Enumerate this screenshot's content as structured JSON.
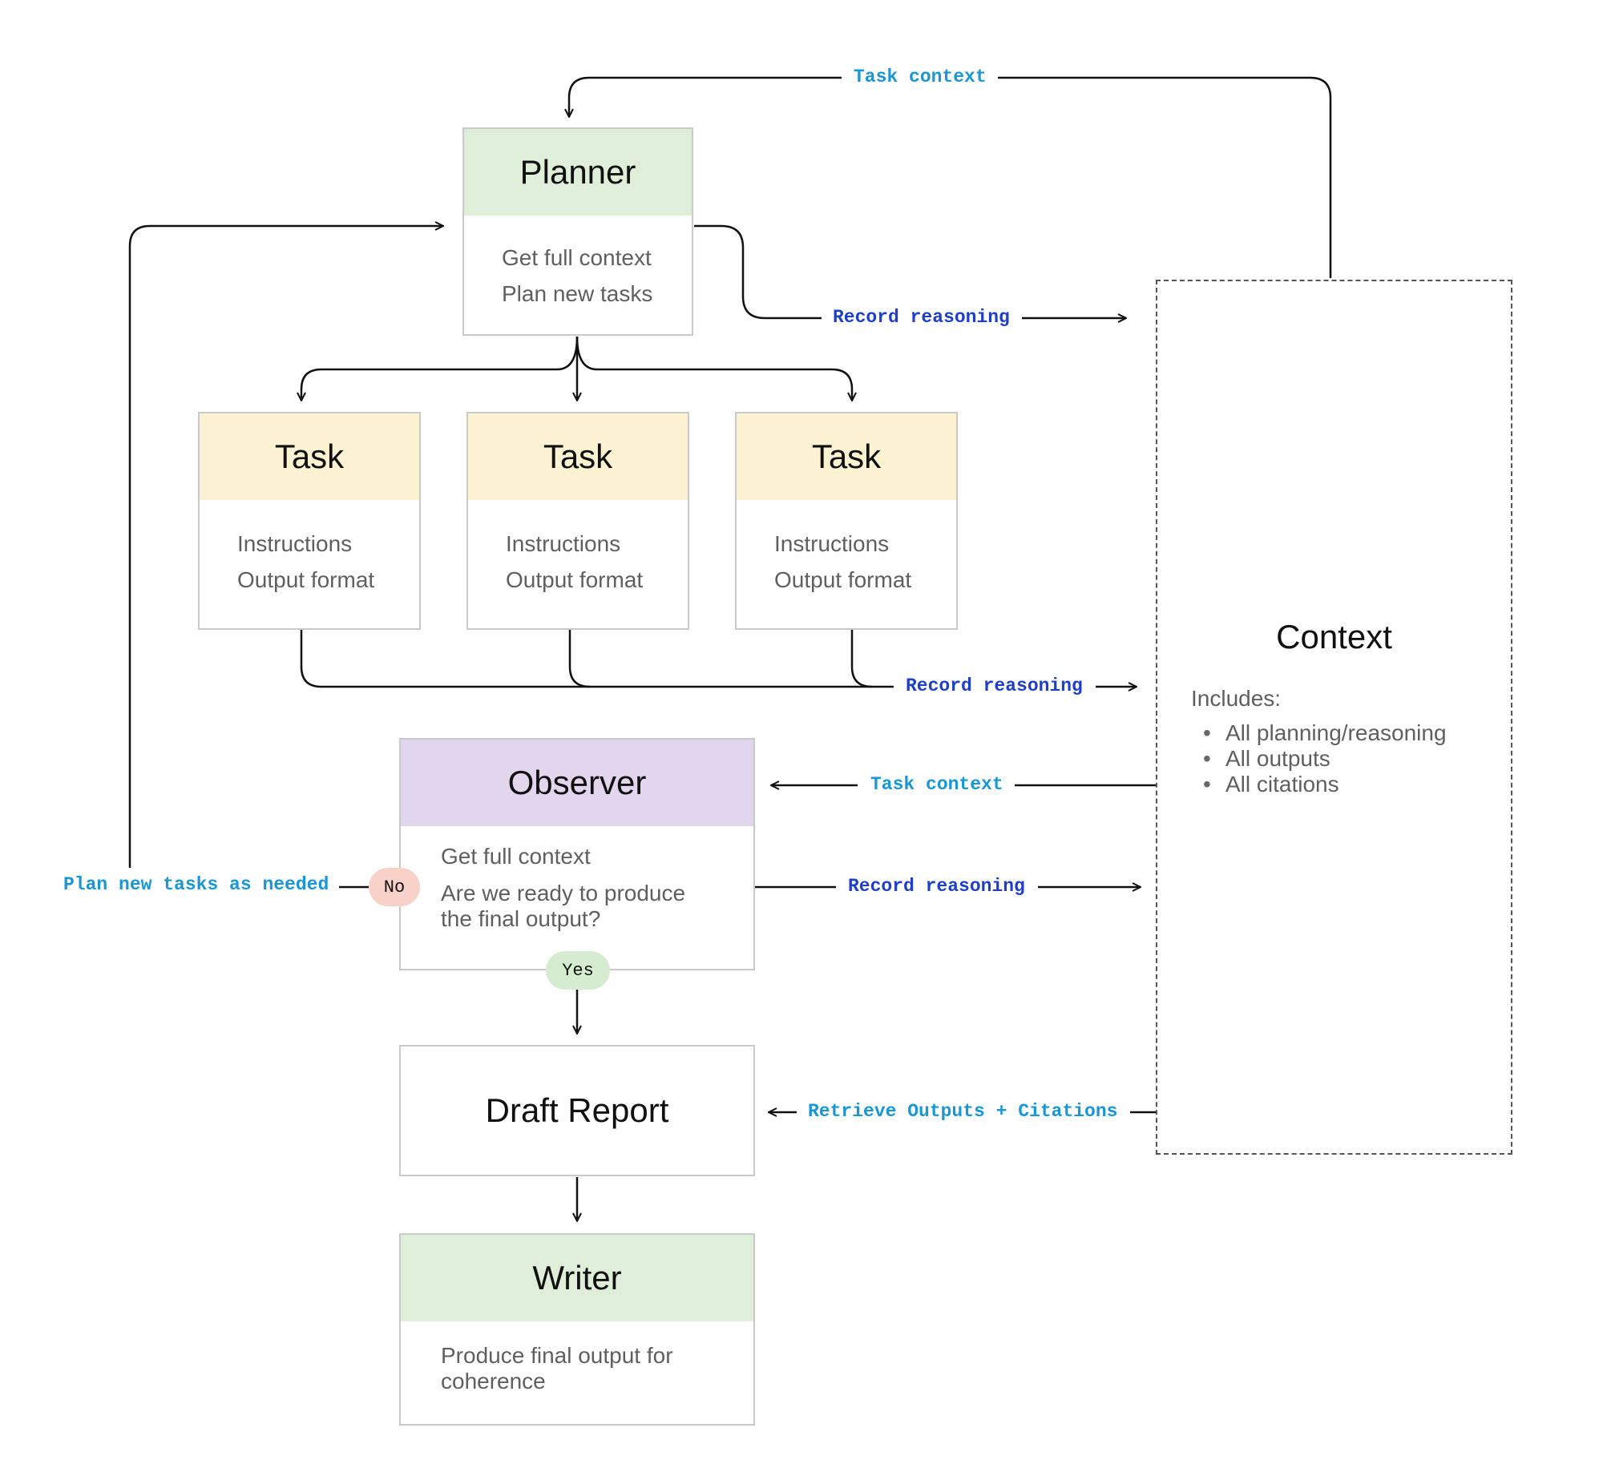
{
  "planner": {
    "title": "Planner",
    "lines": [
      "Get full context",
      "Plan new tasks"
    ]
  },
  "tasks": [
    {
      "title": "Task",
      "lines": [
        "Instructions",
        "Output format"
      ]
    },
    {
      "title": "Task",
      "lines": [
        "Instructions",
        "Output format"
      ]
    },
    {
      "title": "Task",
      "lines": [
        "Instructions",
        "Output format"
      ]
    }
  ],
  "observer": {
    "title": "Observer",
    "lines": [
      "Get full context",
      "Are we ready to produce",
      "the final output?"
    ]
  },
  "draft_report": {
    "title": "Draft Report"
  },
  "writer": {
    "title": "Writer",
    "lines": [
      "Produce final output for",
      "coherence"
    ]
  },
  "context": {
    "title": "Context",
    "includes_label": "Includes:",
    "items": [
      "All planning/reasoning",
      "All outputs",
      "All citations"
    ]
  },
  "edges": {
    "task_context_top": "Task context",
    "record_reasoning_planner": "Record reasoning",
    "record_reasoning_tasks": "Record reasoning",
    "task_context_observer": "Task context",
    "record_reasoning_observer": "Record reasoning",
    "plan_new_tasks": "Plan new tasks as needed",
    "retrieve": "Retrieve Outputs + Citations"
  },
  "decisions": {
    "no": "No",
    "yes": "Yes"
  },
  "colors": {
    "planner_header": "#dfeed8",
    "task_header": "#fbf2d2",
    "observer_header": "#e2d5ee",
    "writer_header": "#dfeed8",
    "no_pill": "#f8d2c8",
    "yes_pill": "#d5ecd0",
    "edge_label_cyan": "#1896d6",
    "edge_label_navy": "#1d3fc9"
  }
}
